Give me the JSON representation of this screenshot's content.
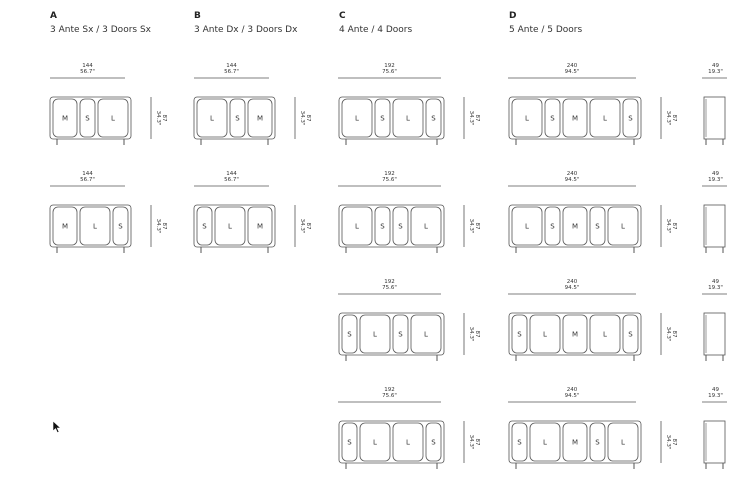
{
  "columns": [
    {
      "letter": "A",
      "subtitle": "3 Ante Sx / 3 Doors Sx"
    },
    {
      "letter": "B",
      "subtitle": "3 Ante Dx / 3 Doors Dx"
    },
    {
      "letter": "C",
      "subtitle": "4 Ante / 4 Doors"
    },
    {
      "letter": "D",
      "subtitle": "5 Ante / 5 Doors"
    }
  ],
  "height_dim": {
    "cm": "87",
    "in": "34.3\""
  },
  "depth_dim": {
    "cm": "49",
    "in": "19.3\""
  },
  "cabinets": [
    {
      "col": 0,
      "row": 0,
      "width_cm": "144",
      "width_in": "56.7\"",
      "doors": [
        "M",
        "S",
        "L"
      ]
    },
    {
      "col": 0,
      "row": 1,
      "width_cm": "144",
      "width_in": "56.7\"",
      "doors": [
        "M",
        "L",
        "S"
      ]
    },
    {
      "col": 1,
      "row": 0,
      "width_cm": "144",
      "width_in": "56.7\"",
      "doors": [
        "L",
        "S",
        "M"
      ]
    },
    {
      "col": 1,
      "row": 1,
      "width_cm": "144",
      "width_in": "56.7\"",
      "doors": [
        "S",
        "L",
        "M"
      ]
    },
    {
      "col": 2,
      "row": 0,
      "width_cm": "192",
      "width_in": "75.6\"",
      "doors": [
        "L",
        "S",
        "L",
        "S"
      ]
    },
    {
      "col": 2,
      "row": 1,
      "width_cm": "192",
      "width_in": "75.6\"",
      "doors": [
        "L",
        "S",
        "S",
        "L"
      ]
    },
    {
      "col": 2,
      "row": 2,
      "width_cm": "192",
      "width_in": "75.6\"",
      "doors": [
        "S",
        "L",
        "S",
        "L"
      ]
    },
    {
      "col": 2,
      "row": 3,
      "width_cm": "192",
      "width_in": "75.6\"",
      "doors": [
        "S",
        "L",
        "L",
        "S"
      ]
    },
    {
      "col": 3,
      "row": 0,
      "width_cm": "240",
      "width_in": "94.5\"",
      "doors": [
        "L",
        "S",
        "M",
        "L",
        "S"
      ]
    },
    {
      "col": 3,
      "row": 1,
      "width_cm": "240",
      "width_in": "94.5\"",
      "doors": [
        "L",
        "S",
        "M",
        "S",
        "L"
      ]
    },
    {
      "col": 3,
      "row": 2,
      "width_cm": "240",
      "width_in": "94.5\"",
      "doors": [
        "S",
        "L",
        "M",
        "L",
        "S"
      ]
    },
    {
      "col": 3,
      "row": 3,
      "width_cm": "240",
      "width_in": "94.5\"",
      "doors": [
        "S",
        "L",
        "M",
        "S",
        "L"
      ]
    }
  ]
}
